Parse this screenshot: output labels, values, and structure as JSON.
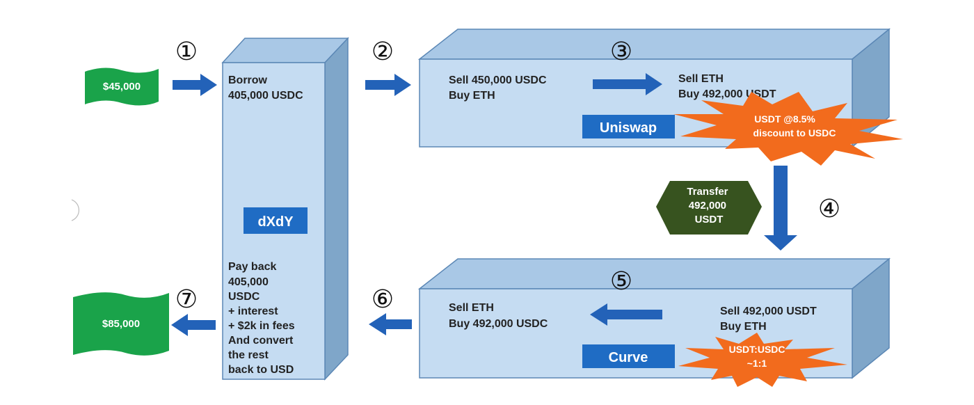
{
  "colors": {
    "box_front": "#c5dcf2",
    "box_top": "#a9c8e6",
    "box_side": "#7fa6c9",
    "box_edge": "#5b87b5",
    "arrow": "#2362b8",
    "label_bg": "#1f6cc4",
    "money": "#1aa34a",
    "burst": "#f26b1d",
    "hexagon": "#37531f",
    "text_dark": "#222222",
    "text_light": "#ffffff"
  },
  "steps": [
    "①",
    "②",
    "③",
    "④",
    "⑤",
    "⑥",
    "⑦"
  ],
  "start_money": "$45,000",
  "end_money": "$85,000",
  "dydx": {
    "label": "dXdY",
    "borrow_lines": [
      "Borrow",
      "405,000 USDC"
    ],
    "payback_lines": [
      "Pay back",
      "405,000",
      "USDC",
      "+ interest",
      "+ $2k in fees",
      "And convert",
      "the rest",
      "back to USD"
    ]
  },
  "uniswap": {
    "label": "Uniswap",
    "left_lines": [
      "Sell 450,000 USDC",
      "Buy ETH"
    ],
    "right_lines": [
      "Sell ETH",
      "Buy 492,000 USDT"
    ],
    "burst_lines": [
      "USDT @8.5%",
      "discount to USDC"
    ]
  },
  "transfer_lines": [
    "Transfer",
    "492,000",
    "USDT"
  ],
  "curve": {
    "label": "Curve",
    "left_lines": [
      "Sell ETH",
      "Buy 492,000 USDC"
    ],
    "right_lines": [
      "Sell 492,000 USDT",
      "Buy ETH"
    ],
    "burst_lines": [
      "USDT:USDC",
      "~1:1"
    ]
  }
}
